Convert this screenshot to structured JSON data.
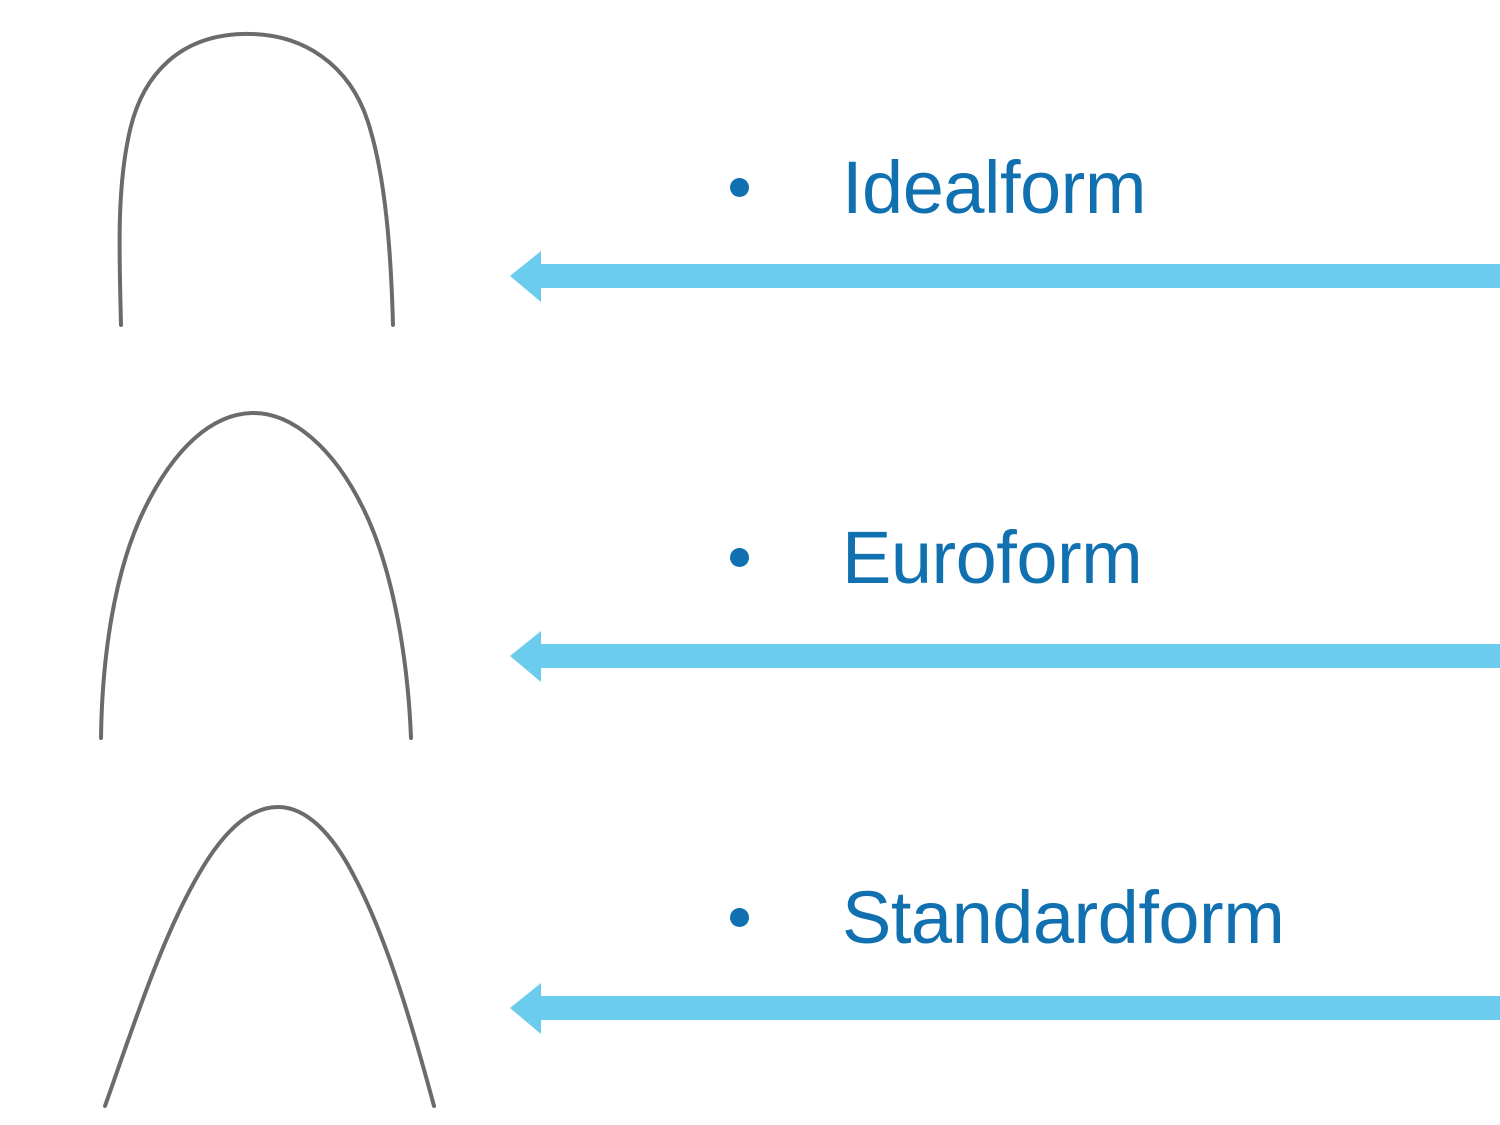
{
  "slide": {
    "background_color": "#ffffff",
    "title": "",
    "rows": [
      {
        "label": "Idealform",
        "bullet": "bullet-dot",
        "arch_name": "dental-arch-idealform",
        "arch_description": "Broad rounded U-shaped dental arch wire",
        "arrow_name": "left-arrow-idealform"
      },
      {
        "label": "Euroform",
        "bullet": "bullet-dot",
        "arch_name": "dental-arch-euroform",
        "arch_description": "Narrow ovoid parabolic dental arch wire",
        "arrow_name": "left-arrow-euroform"
      },
      {
        "label": "Standardform",
        "bullet": "bullet-dot",
        "arch_name": "dental-arch-standardform",
        "arch_description": "Tapered V-shaped dental arch wire with flared legs",
        "arrow_name": "left-arrow-standardform"
      }
    ]
  },
  "colors": {
    "text_blue": "#1070b0",
    "arrow_blue": "#6cccee",
    "arch_gray": "#6b6b6b",
    "background": "#ffffff"
  },
  "icons": {
    "bullet": "bullet-dot-icon",
    "arrow": "arrow-left-icon"
  }
}
